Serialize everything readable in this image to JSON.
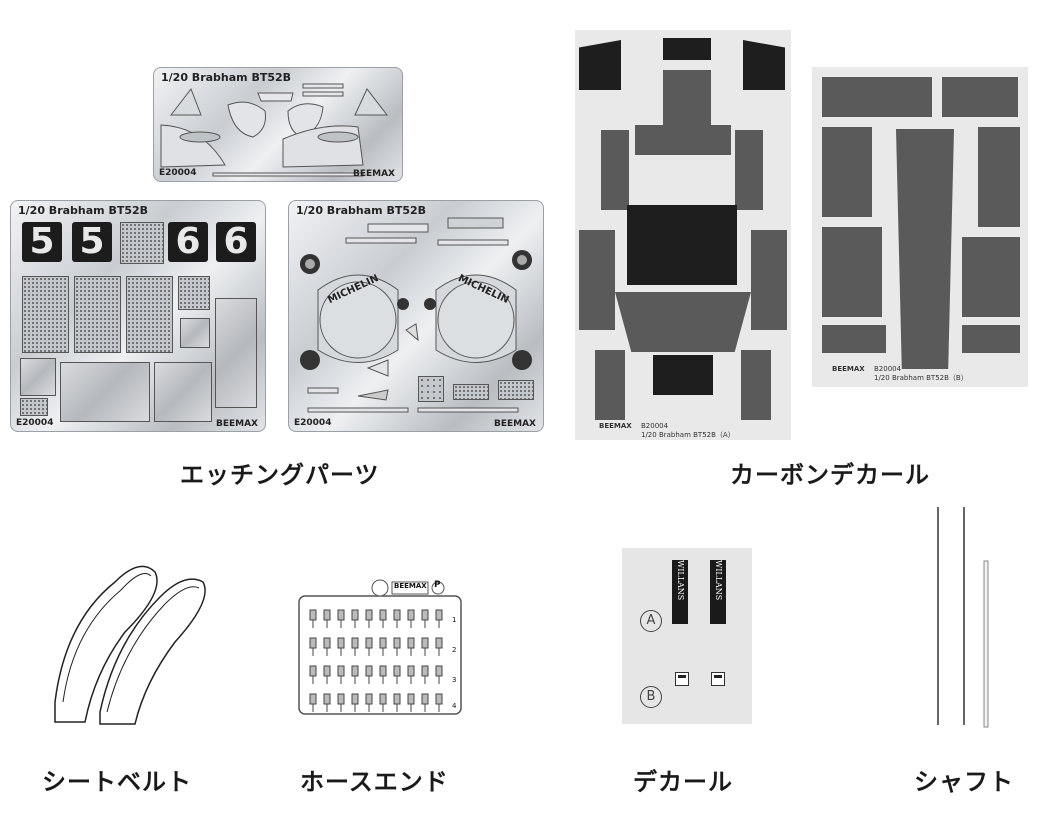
{
  "etching_sheets": {
    "small": {
      "title": "1/20 Brabham BT52B",
      "code": "E20004",
      "logo": "BEEMAX"
    },
    "left": {
      "title": "1/20 Brabham BT52B",
      "code": "E20004",
      "logo": "BEEMAX",
      "digits": [
        "5",
        "5",
        "6",
        "6"
      ]
    },
    "right": {
      "title": "1/20 Brabham BT52B",
      "code": "E20004",
      "logo": "BEEMAX",
      "brand_text_1": "MICHELIN",
      "brand_text_2": "MICHELIN"
    }
  },
  "carbon_sheets": {
    "a": {
      "code": "B20004",
      "label": "1/20 Brabham BT52B（A）",
      "logo": "BEEMAX"
    },
    "b": {
      "code": "B20004",
      "label": "1/20 Brabham BT52B（B）",
      "logo": "BEEMAX"
    }
  },
  "hose_end": {
    "logo": "BEEMAX",
    "badge": "P",
    "rows": [
      "1",
      "2",
      "3",
      "4"
    ]
  },
  "decal": {
    "marker_a": "A",
    "marker_b": "B",
    "text_1": "WILLANS",
    "text_2": "WILLANS"
  },
  "labels": {
    "etching": "エッチングパーツ",
    "carbon": "カーボンデカール",
    "seatbelt": "シートベルト",
    "hose_end": "ホースエンド",
    "decal": "デカール",
    "shaft": "シャフト"
  }
}
